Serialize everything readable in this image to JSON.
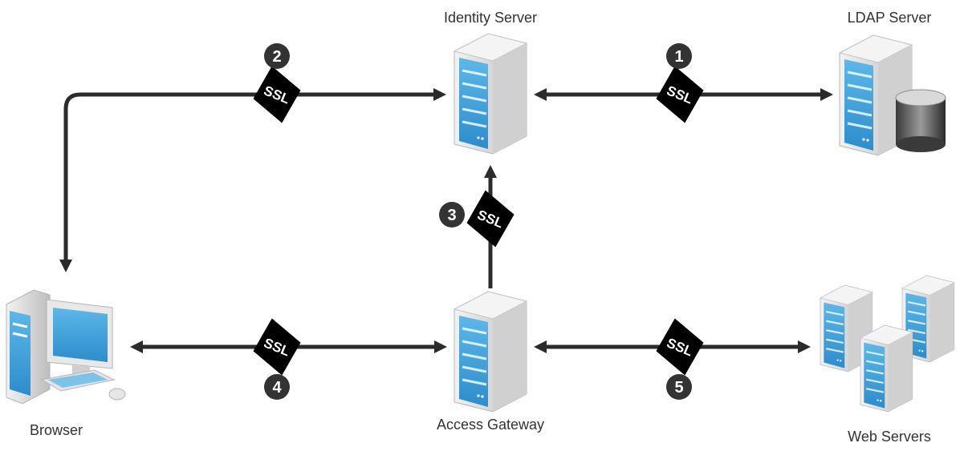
{
  "nodes": {
    "identity_server": "Identity Server",
    "ldap_server": "LDAP Server",
    "browser": "Browser",
    "access_gateway": "Access Gateway",
    "web_servers": "Web Servers"
  },
  "ssl_label": "SSL",
  "steps": [
    "1",
    "2",
    "3",
    "4",
    "5"
  ],
  "colors": {
    "line": "#2b2b2b",
    "tag": "#000000",
    "badge": "#333333",
    "server_body": "#e6e6e6",
    "server_front": "#3a9dd6"
  }
}
